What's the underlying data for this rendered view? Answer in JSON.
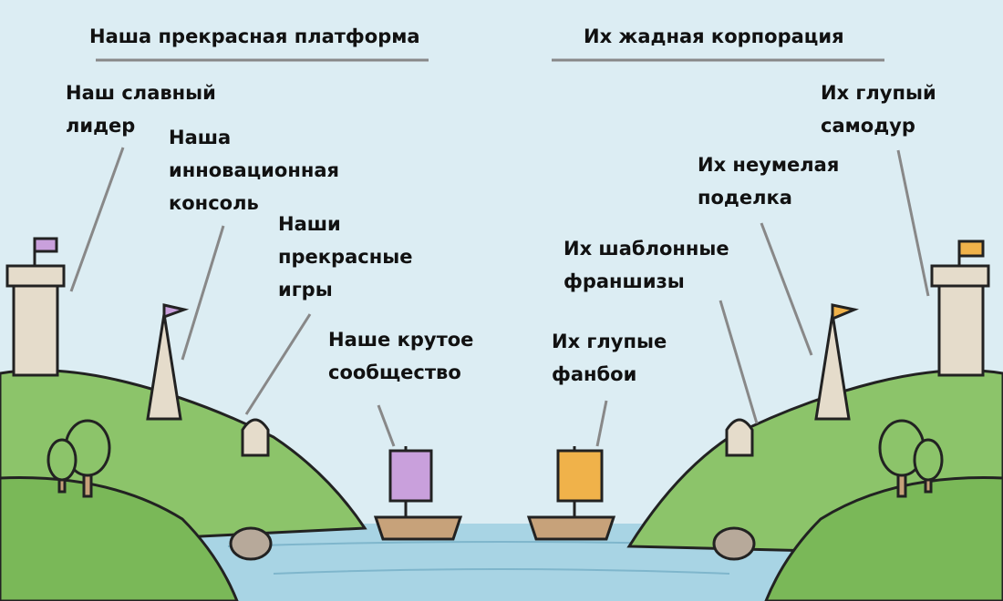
{
  "titles": {
    "left": "Наша прекрасная платформа",
    "right": "Их жадная корпорация"
  },
  "left_labels": {
    "leader": [
      "Наш славный",
      "лидер"
    ],
    "console": [
      "Наша",
      "инновационная",
      "консоль"
    ],
    "games": [
      "Наши",
      "прекрасные",
      "игры"
    ],
    "community": [
      "Наше крутое",
      "сообщество"
    ]
  },
  "right_labels": {
    "leader": [
      "Их глупый",
      "самодур"
    ],
    "console": [
      "Их неумелая",
      "поделка"
    ],
    "games": [
      "Их шаблонные",
      "франшизы"
    ],
    "community": [
      "Их глупые",
      "фанбои"
    ]
  },
  "colors": {
    "sky": "#dcedf3",
    "grass": "#8cc46a",
    "water": "#a8d4e4",
    "left_flag": "#c9a0dc",
    "right_flag": "#f0b24a"
  }
}
